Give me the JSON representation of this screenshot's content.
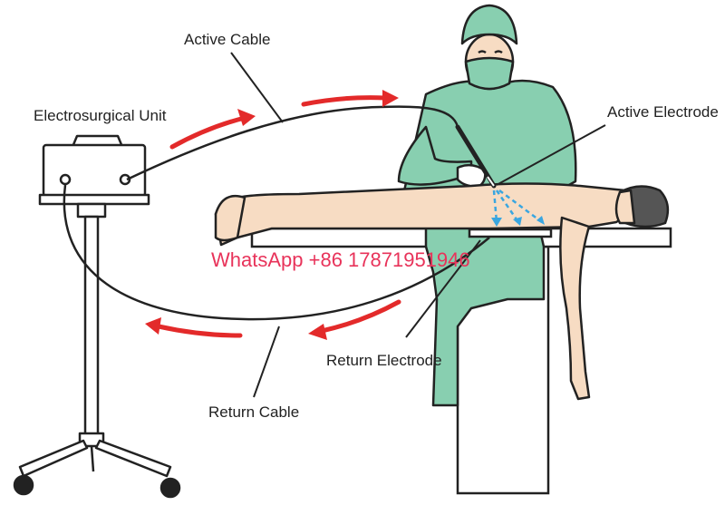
{
  "labels": {
    "active_cable": "Active Cable",
    "electrosurgical_unit": "Electrosurgical Unit",
    "active_electrode": "Active Electrode",
    "return_electrode": "Return Electrode",
    "return_cable": "Return Cable"
  },
  "watermark": "WhatsApp +86 17871951946",
  "colors": {
    "scrubs": "#88cfb0",
    "skin": "#f7dcc3",
    "arrow": "#e32a2a",
    "current": "#3aa6e0",
    "outline": "#222222",
    "cap": "#555555"
  }
}
